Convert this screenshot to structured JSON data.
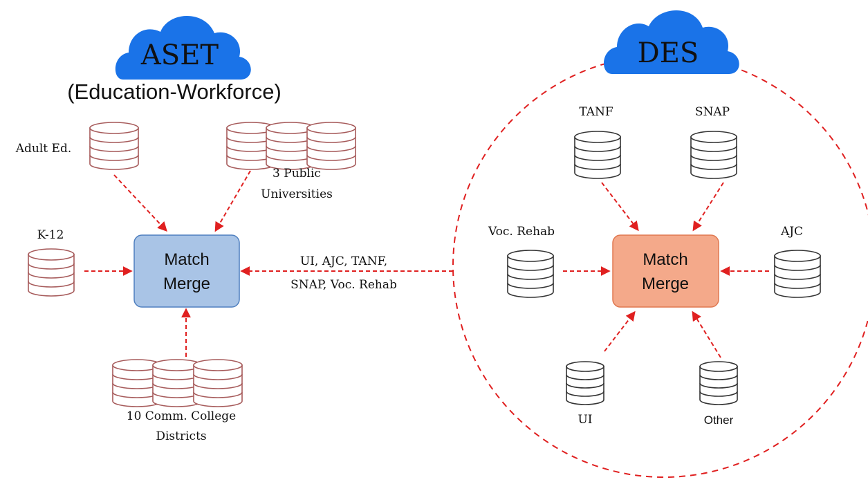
{
  "aset": {
    "cloud_label": "ASET",
    "subtitle": "(Education-Workforce)",
    "cloud_color": "#1a73e8",
    "db_color": "#a65a5a",
    "sources": {
      "adult_ed": "Adult Ed.",
      "universities_line1": "3 Public",
      "universities_line2": "Universities",
      "k12": "K-12",
      "comm_college_line1": "10 Comm. College",
      "comm_college_line2": "Districts"
    },
    "hub_line1": "Match",
    "hub_line2": "Merge",
    "hub_fill": "#a9c4e6",
    "hub_stroke": "#4f7fbf"
  },
  "des": {
    "cloud_label": "DES",
    "cloud_color": "#1a73e8",
    "db_color": "#333333",
    "sources": {
      "tanf": "TANF",
      "snap": "SNAP",
      "voc_rehab": "Voc. Rehab",
      "ajc": "AJC",
      "ui": "UI",
      "other": "Other"
    },
    "hub_line1": "Match",
    "hub_line2": "Merge",
    "hub_fill": "#f4a98a",
    "hub_stroke": "#e07850"
  },
  "link": {
    "line1": "UI, AJC, TANF,",
    "line2": "SNAP, Voc. Rehab"
  },
  "arrow_color": "#e02020"
}
